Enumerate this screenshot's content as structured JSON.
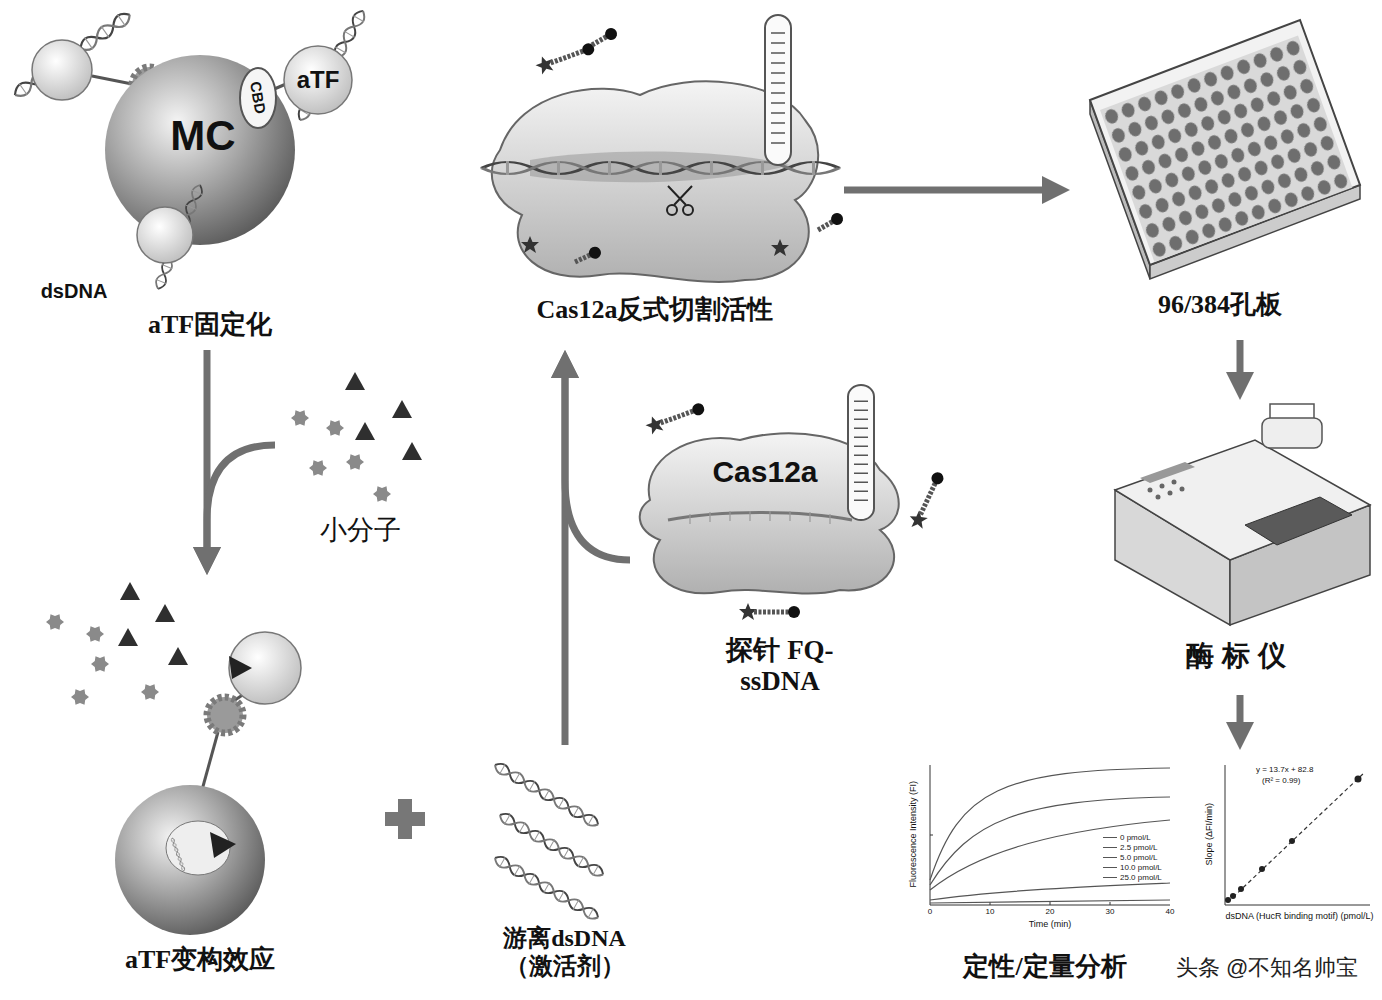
{
  "diagram": {
    "nodes": [
      {
        "text": [
          "aTF固定化"
        ]
      },
      {
        "text": [
          "Cas12a反式切割活性"
        ]
      },
      {
        "text": [
          "96/384孔板"
        ]
      },
      {
        "text": [
          "酶标仪"
        ]
      },
      {
        "text": [
          "定性/定量分析"
        ]
      },
      {
        "text": [
          "小分子"
        ]
      },
      {
        "text": [
          "aTF变构效应"
        ]
      },
      {
        "text": [
          "游离dsDNA （激活剂）"
        ]
      },
      {
        "text": [
          "Cas12a",
          "探针 FQ-ssDNA"
        ]
      }
    ],
    "edges": [
      {
        "from": 0,
        "to": 6,
        "arrow": "to"
      },
      {
        "from": 5,
        "to": 6,
        "arrow": "to"
      },
      {
        "from": 7,
        "to": 1,
        "arrow": "to"
      },
      {
        "from": 8,
        "to": 1,
        "arrow": "to"
      },
      {
        "from": 1,
        "to": 2,
        "arrow": "to"
      },
      {
        "from": 2,
        "to": 3,
        "arrow": "to"
      },
      {
        "from": 3,
        "to": 4,
        "arrow": "to"
      }
    ],
    "labels": [
      "MC",
      "CBD",
      "aTF",
      "dsDNA",
      "Fluorescence Intensity (FI)",
      "Time (min)",
      "0",
      "10",
      "20",
      "30",
      "40",
      "Slope (ΔFI/min)",
      "dsDNA (HucR binding motif) (pmol/L)",
      "y = 13.7x + 82.8",
      "(R² = 0.99)",
      "头条 @不知名帅宝"
    ],
    "legend": [
      {
        "text": "0 pmol/L"
      },
      {
        "text": "2.5 pmol/L"
      },
      {
        "text": "5.0 pmol/L"
      },
      {
        "text": "10.0 pmol/L"
      },
      {
        "text": "25.0 pmol/L"
      }
    ]
  }
}
